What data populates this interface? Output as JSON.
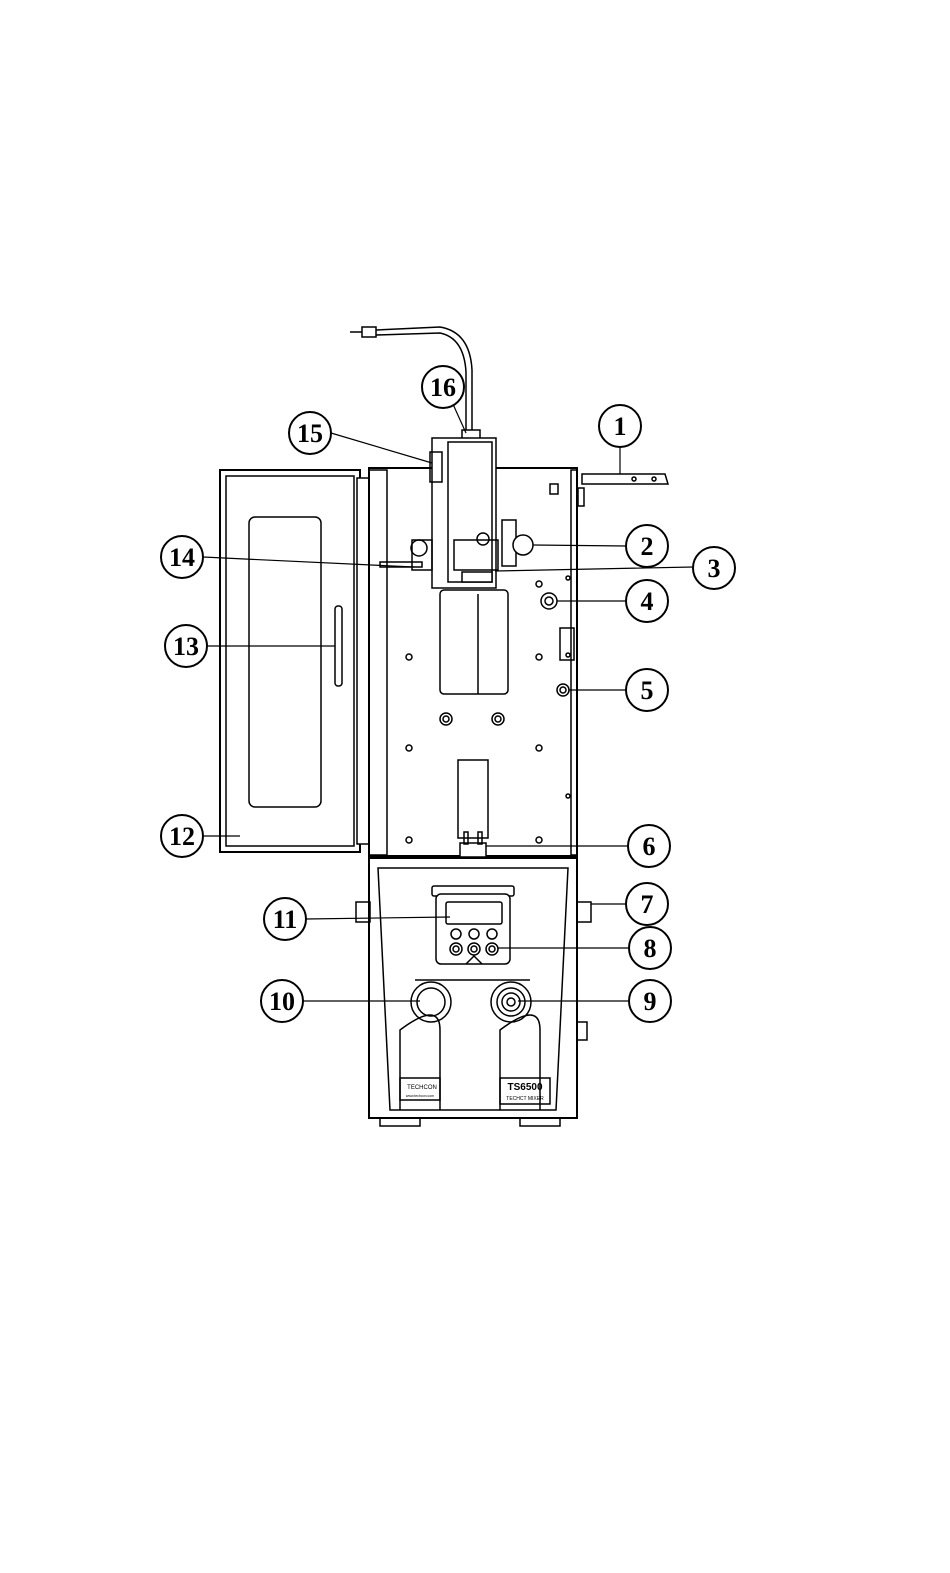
{
  "diagram": {
    "callouts": [
      "1",
      "2",
      "3",
      "4",
      "5",
      "6",
      "7",
      "8",
      "9",
      "10",
      "11",
      "12",
      "13",
      "14",
      "15",
      "16"
    ],
    "model_label": "TS6500",
    "model_sublabel": "TECHCT MIXER",
    "brand_label": "TECHCON",
    "brand_url": "www.techcon.com"
  }
}
